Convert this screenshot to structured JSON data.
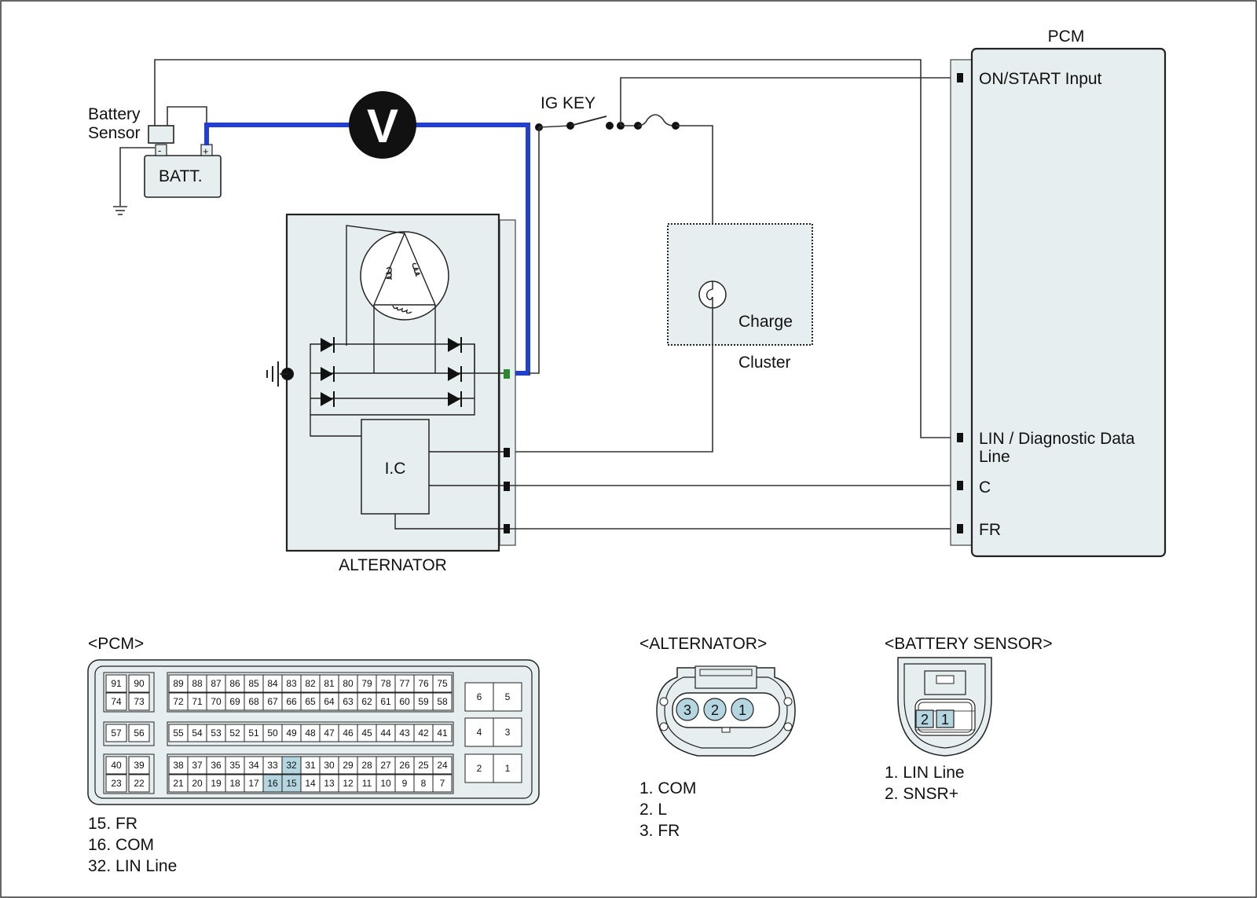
{
  "labels": {
    "battery_sensor_line1": "Battery",
    "battery_sensor_line2": "Sensor",
    "battery": "BATT.",
    "voltmeter": "V",
    "ig_key": "IG KEY",
    "alternator": "ALTERNATOR",
    "ic": "I.C",
    "charge": "Charge",
    "cluster": "Cluster",
    "pcm": "PCM",
    "batt_minus": "-",
    "batt_plus": "+"
  },
  "pcm_pins": {
    "on_start": "ON/START Input",
    "lin_line1": "LIN / Diagnostic Data",
    "lin_line2": "Line",
    "c": "C",
    "fr": "FR"
  },
  "connectors": {
    "pcm": {
      "title": "<PCM>",
      "group_a_top": [
        "91",
        "90"
      ],
      "group_a_bottom": [
        "74",
        "73"
      ],
      "row1_top": [
        "89",
        "88",
        "87",
        "86",
        "85",
        "84",
        "83",
        "82",
        "81",
        "80",
        "79",
        "78",
        "77",
        "76",
        "75"
      ],
      "row1_bottom": [
        "72",
        "71",
        "70",
        "69",
        "68",
        "67",
        "66",
        "65",
        "64",
        "63",
        "62",
        "61",
        "60",
        "59",
        "58"
      ],
      "group_b": [
        "57",
        "56"
      ],
      "row2": [
        "55",
        "54",
        "53",
        "52",
        "51",
        "50",
        "49",
        "48",
        "47",
        "46",
        "45",
        "44",
        "43",
        "42",
        "41"
      ],
      "group_c_top": [
        "40",
        "39"
      ],
      "group_c_bottom": [
        "23",
        "22"
      ],
      "row3_top": [
        "38",
        "37",
        "36",
        "35",
        "34",
        "33",
        "32",
        "31",
        "30",
        "29",
        "28",
        "27",
        "26",
        "25",
        "24"
      ],
      "row3_bottom": [
        "21",
        "20",
        "19",
        "18",
        "17",
        "16",
        "15",
        "14",
        "13",
        "12",
        "11",
        "10",
        "9",
        "8",
        "7"
      ],
      "right_pairs": [
        [
          "6",
          "5"
        ],
        [
          "4",
          "3"
        ],
        [
          "2",
          "1"
        ]
      ],
      "highlighted": [
        "32",
        "16",
        "15"
      ],
      "legend": [
        "15. FR",
        "16. COM",
        "32. LIN Line"
      ]
    },
    "alternator": {
      "title": "<ALTERNATOR>",
      "pins": [
        "3",
        "2",
        "1"
      ],
      "legend": [
        "1. COM",
        "2. L",
        "3. FR"
      ]
    },
    "battery_sensor": {
      "title": "<BATTERY SENSOR>",
      "pins": [
        "2",
        "1"
      ],
      "legend": [
        "1. LIN Line",
        "2. SNSR+"
      ]
    }
  },
  "colors": {
    "box_fill": "#e6eef0",
    "wire_blue": "#1f3fd6",
    "pin_highlight": "#b4d6e0",
    "terminal_green": "#2a8a2a"
  }
}
